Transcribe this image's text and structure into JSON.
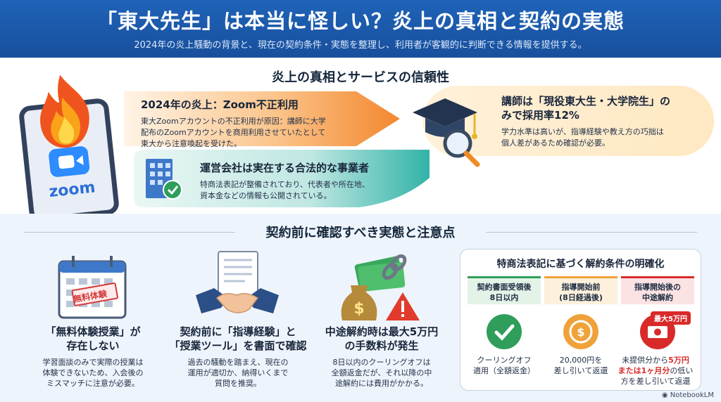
{
  "header": {
    "title": "「東大先生」は本当に怪しい？炎上の真相と契約の実態",
    "subtitle": "2024年の炎上騒動の背景と、現在の契約条件・実態を整理し、利用者が客観的に判断できる情報を提供する。"
  },
  "section1": {
    "title": "炎上の真相とサービスの信頼性",
    "tablet_logo": "zoom",
    "card1": {
      "heading": "2024年の炎上：Zoom不正利用",
      "body": [
        "東大Zoomアカウントの不正利用が原因：講師に大学",
        "配布のZoomアカウントを商用利用させていたとして",
        "東大から注意喚起を受けた。"
      ]
    },
    "card2": {
      "heading": "運営会社は実在する合法的な事業者",
      "body": [
        "特商法表記が整備されており、代表者や所在地、",
        "資本金などの情報も公開されている。"
      ]
    },
    "card3": {
      "heading": [
        "講師は「現役東大生・大学院生」の",
        "みで採用率12%"
      ],
      "body": [
        "学力水準は高いが、指導経験や教え方の巧拙は",
        "個人差があるため確認が必要。"
      ]
    }
  },
  "section2": {
    "title": "契約前に確認すべき実態と注意点",
    "col1": {
      "stamp": "無料体験",
      "heading": [
        "「無料体験授業」が",
        "存在しない"
      ],
      "body": [
        "学習面談のみで実際の授業は",
        "体験できないため、入会後の",
        "ミスマッチに注意が必要。"
      ]
    },
    "col2": {
      "heading": [
        "契約前に「指導経験」と",
        "「授業ツール」を書面で確認"
      ],
      "body": [
        "過去の騒動を踏まえ、現在の",
        "運用が適切か、納得いくまで",
        "質問を推奨。"
      ]
    },
    "col3": {
      "heading": [
        "中途解約時は最大5万円",
        "の手数料が発生"
      ],
      "body": [
        "8日以内のクーリングオフは",
        "全額返金だが、それ以降の中",
        "途解約には費用がかかる。"
      ]
    },
    "panel": {
      "title": "特商法表記に基づく解約条件の明確化",
      "tags": [
        [
          "契約書面受領後",
          "8日以内"
        ],
        [
          "指導開始前",
          "(8日経過後)"
        ],
        [
          "指導開始後の",
          "中途解約"
        ]
      ],
      "badge": "最大5万円",
      "desc1": [
        "クーリングオフ",
        "適用（全額返金）"
      ],
      "desc2": [
        "20,000円を",
        "差し引いて返還"
      ],
      "desc3_line1_pre": "未提供分から",
      "desc3_line1_red": "5万円",
      "desc3_line2_red": "または1ヶ月分",
      "desc3_line2_post": "の低い",
      "desc3_line3": "方を差し引いて返還"
    }
  },
  "footer": {
    "brand": "NotebookLM"
  },
  "colors": {
    "header": "#1f63b8",
    "orange": "#f5a33c",
    "teal": "#2bb0a6",
    "green": "#2f9e5a",
    "red": "#d92a2a"
  }
}
